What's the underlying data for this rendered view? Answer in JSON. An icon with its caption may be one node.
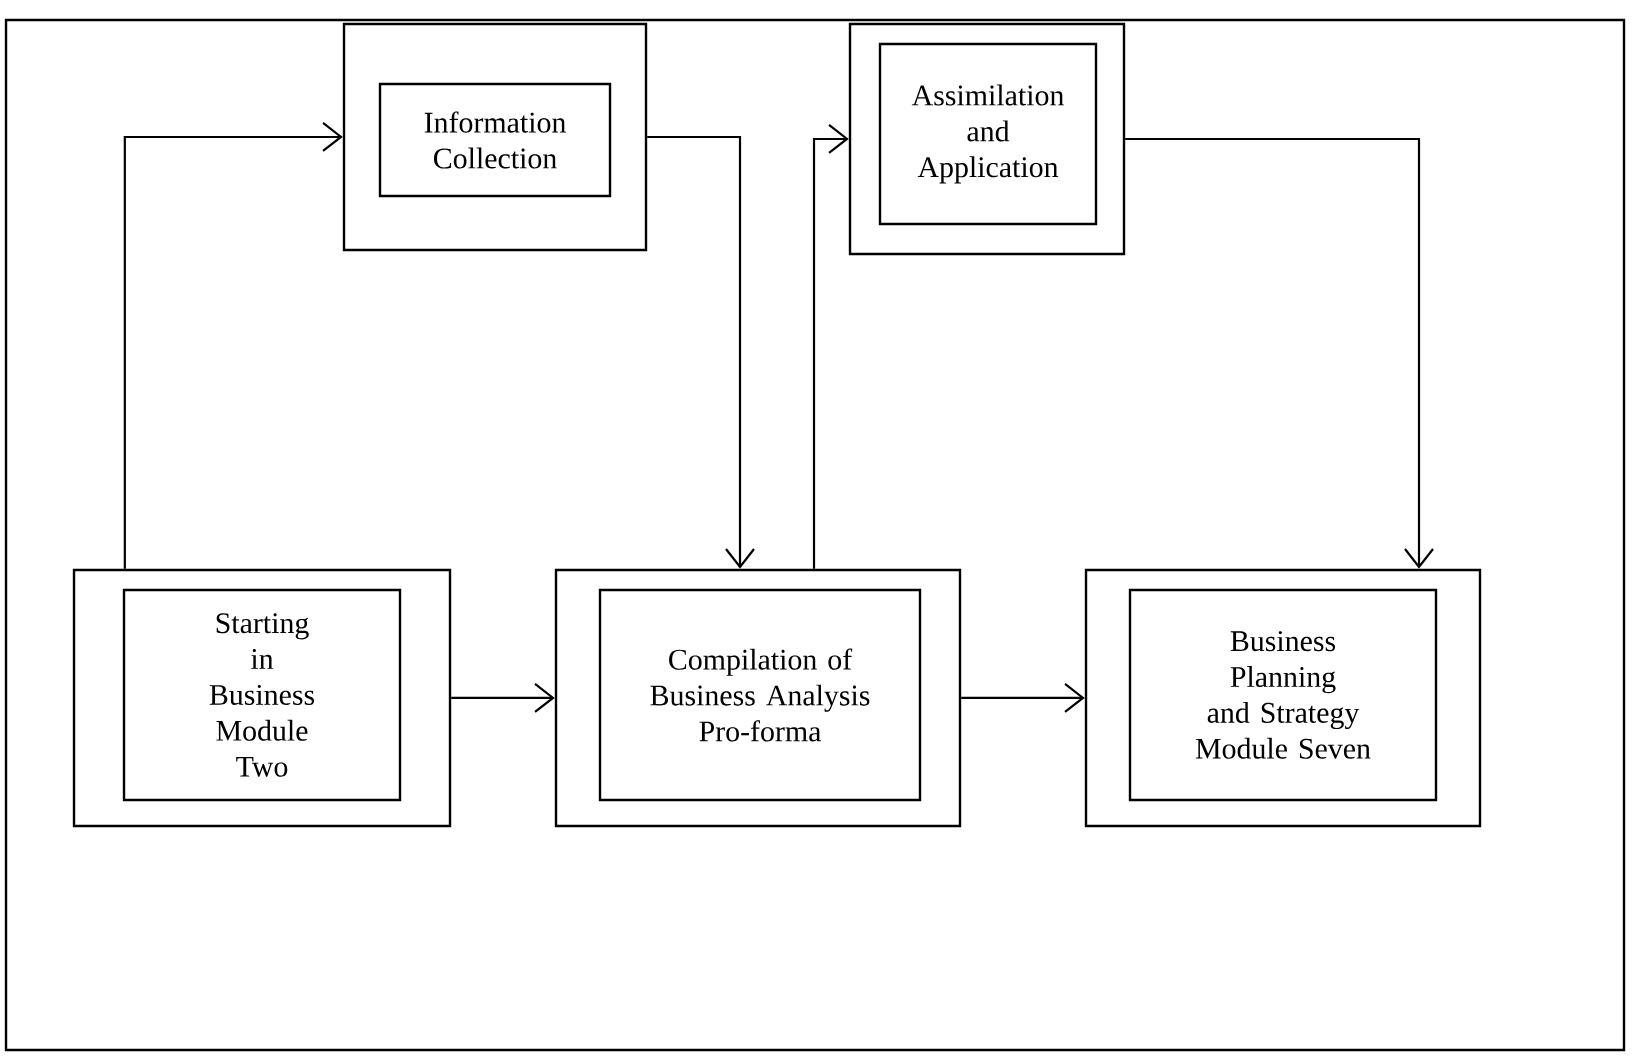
{
  "diagram": {
    "nodes": [
      {
        "text": [
          "Information Collection"
        ]
      },
      {
        "text": [
          "Assimilation and Application"
        ]
      },
      {
        "text": [
          "Starting in Business Module Two"
        ]
      },
      {
        "text": [
          "Compilation of Business Analysis Pro-forma"
        ]
      },
      {
        "text": [
          "Business Planning and Strategy Module Seven"
        ]
      }
    ],
    "edges": [
      {
        "from": 2,
        "to": 0,
        "arrow": "to"
      },
      {
        "from": 0,
        "to": 3,
        "arrow": "to"
      },
      {
        "from": 3,
        "to": 1,
        "arrow": "to"
      },
      {
        "from": 1,
        "to": 4,
        "arrow": "to"
      },
      {
        "from": 2,
        "to": 3,
        "arrow": "to"
      },
      {
        "from": 3,
        "to": 4,
        "arrow": "to"
      }
    ]
  }
}
